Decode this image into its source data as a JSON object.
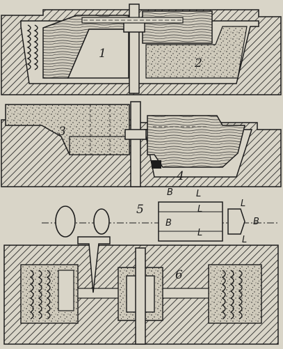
{
  "diagram": {
    "panel_labels": {
      "p1": "1",
      "p2": "2",
      "p3": "3",
      "p4": "4",
      "p5": "5",
      "p6": "6"
    },
    "letter_labels": {
      "b_top": "B",
      "l_top": "L",
      "l_mid": "L",
      "b_mid": "B",
      "l_bot": "L",
      "l_right": "L",
      "b_right": "B",
      "l_right_bot": "L"
    },
    "colors": {
      "paper": "#d9d5c8",
      "ink": "#1c1c1c",
      "sand": "#cfcabb"
    }
  }
}
